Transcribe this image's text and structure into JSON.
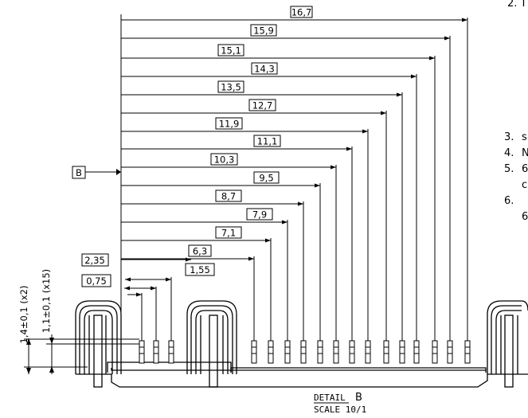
{
  "notes": {
    "top_partial": "2. T",
    "items": [
      {
        "num": "3.",
        "text": "s"
      },
      {
        "num": "4.",
        "text": "N"
      },
      {
        "num": "5.",
        "text": "6"
      },
      {
        "num": "",
        "text": "c"
      },
      {
        "num": "6.",
        "text": ""
      },
      {
        "num": "",
        "text": "6"
      }
    ]
  },
  "datum": {
    "label": "B"
  },
  "horizontal_dims": [
    "16,7",
    "15,9",
    "15,1",
    "14,3",
    "13,5",
    "12,7",
    "11,9",
    "11,1",
    "10,3",
    "9,5",
    "8,7",
    "7,9",
    "7,1",
    "6,3"
  ],
  "small_dims": {
    "a": "2,35",
    "b": "1,55",
    "c": "0,75"
  },
  "vertical_dims": {
    "left": "1,4±0,1 (x2)",
    "right": "1,1±0,1 (x15)"
  },
  "detail": {
    "title": "DETAIL",
    "letter": "B",
    "scale": "SCALE 10/1"
  }
}
